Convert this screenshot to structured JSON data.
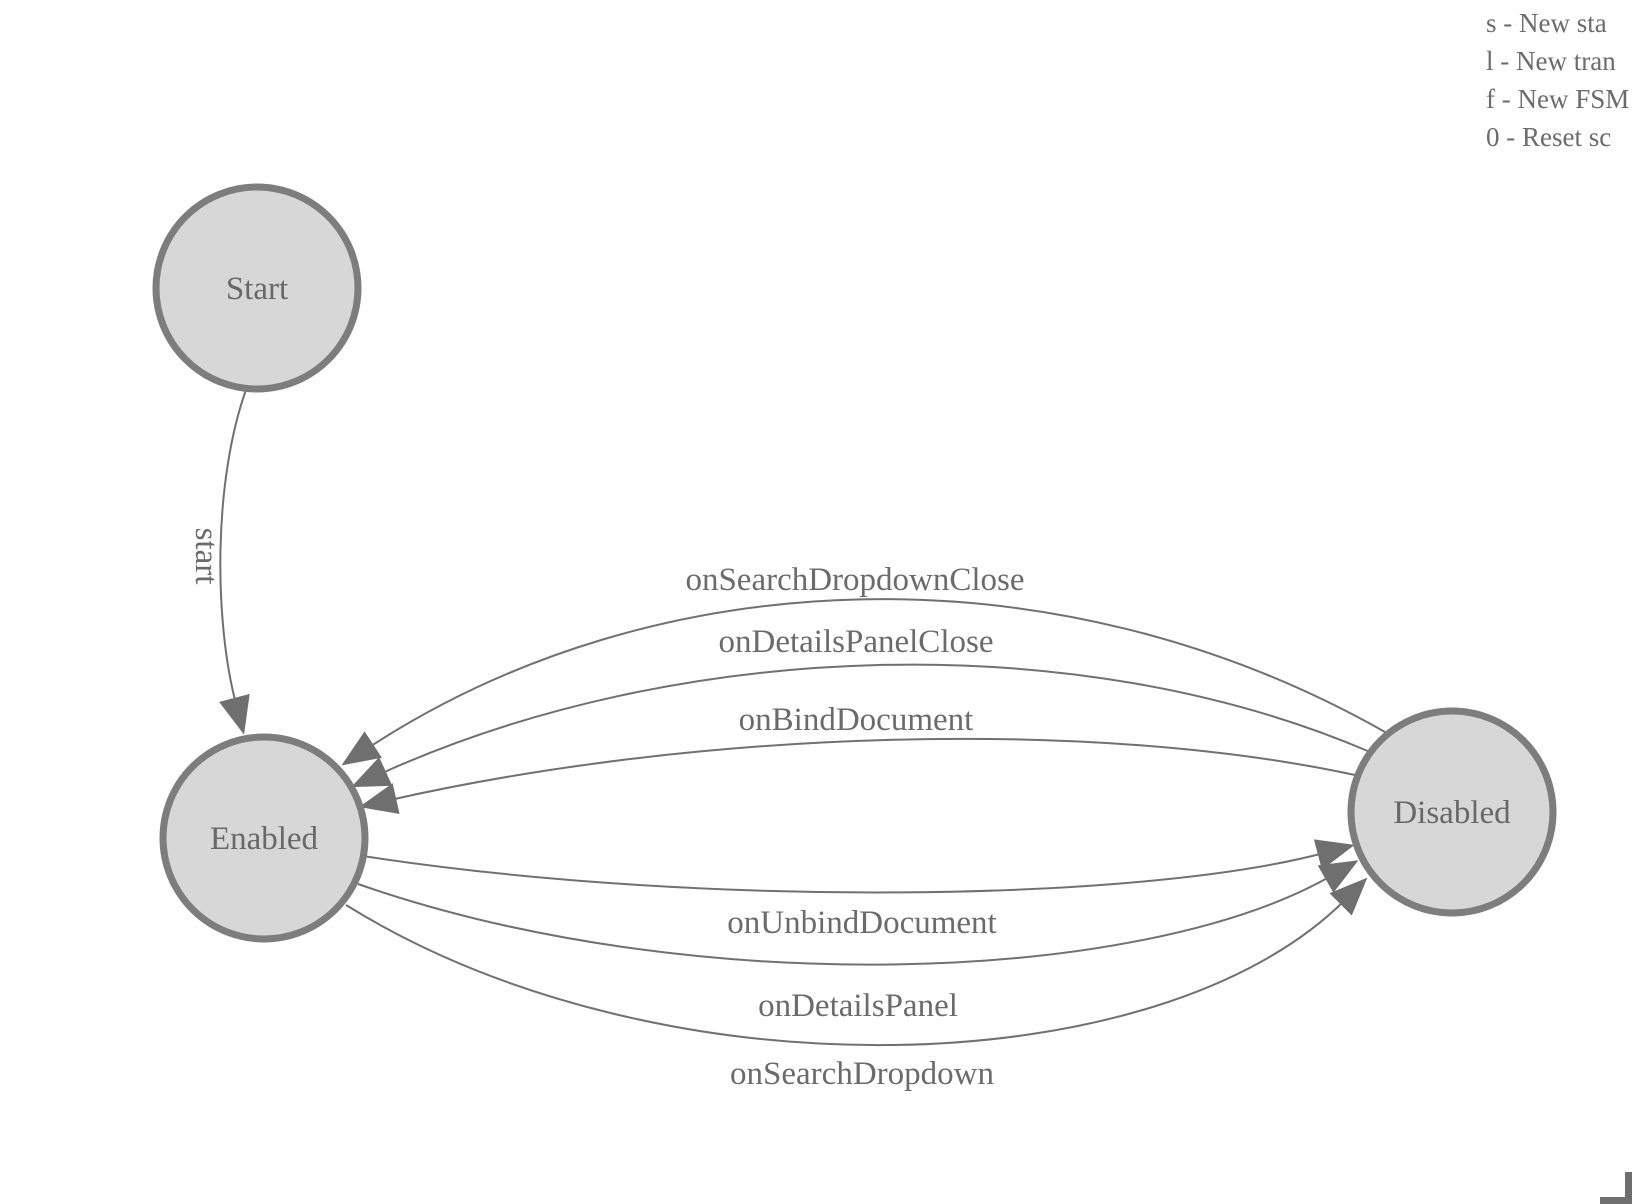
{
  "diagram": {
    "states": [
      {
        "id": "start",
        "label": "Start"
      },
      {
        "id": "enabled",
        "label": "Enabled"
      },
      {
        "id": "disabled",
        "label": "Disabled"
      }
    ],
    "transitions": [
      {
        "label": "start",
        "from": "Start",
        "to": "Enabled"
      },
      {
        "label": "onSearchDropdownClose",
        "from": "Disabled",
        "to": "Enabled"
      },
      {
        "label": "onDetailsPanelClose",
        "from": "Disabled",
        "to": "Enabled"
      },
      {
        "label": "onBindDocument",
        "from": "Disabled",
        "to": "Enabled"
      },
      {
        "label": "onUnbindDocument",
        "from": "Enabled",
        "to": "Disabled"
      },
      {
        "label": "onDetailsPanel",
        "from": "Enabled",
        "to": "Disabled"
      },
      {
        "label": "onSearchDropdown",
        "from": "Enabled",
        "to": "Disabled"
      }
    ]
  },
  "legend": {
    "lines": [
      "s - New sta",
      "l - New tran",
      "f - New FSM",
      "0 - Reset sc"
    ]
  },
  "colors": {
    "node_fill": "#d7d7d7",
    "node_stroke": "#7d7d7d",
    "edge_stroke": "#707070",
    "text": "#6b6b6b"
  }
}
